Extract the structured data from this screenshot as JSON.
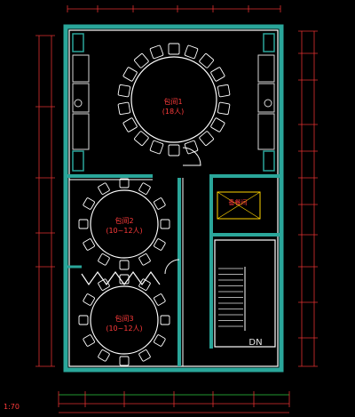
{
  "drawing": {
    "scale_label": "1:70",
    "stair_label": "DN",
    "service_room_label": "备餐间",
    "rooms": [
      {
        "id": "room1",
        "name": "包间1",
        "capacity": "(18人)",
        "chairs": 18
      },
      {
        "id": "room2",
        "name": "包间2",
        "capacity": "(10~12人)",
        "chairs": 12
      },
      {
        "id": "room3",
        "name": "包间3",
        "capacity": "(10~12人)",
        "chairs": 12
      }
    ]
  },
  "colors": {
    "background": "#000000",
    "wall_outer": "#2aa69a",
    "wall_inner": "#ffffff",
    "furniture": "#d8d8d8",
    "dimension_left": "#e03030",
    "dimension_right": "#e03030",
    "dimension_green": "#2ecc40",
    "text_red": "#ff3b3b",
    "accent_yellow": "#ffd400"
  }
}
